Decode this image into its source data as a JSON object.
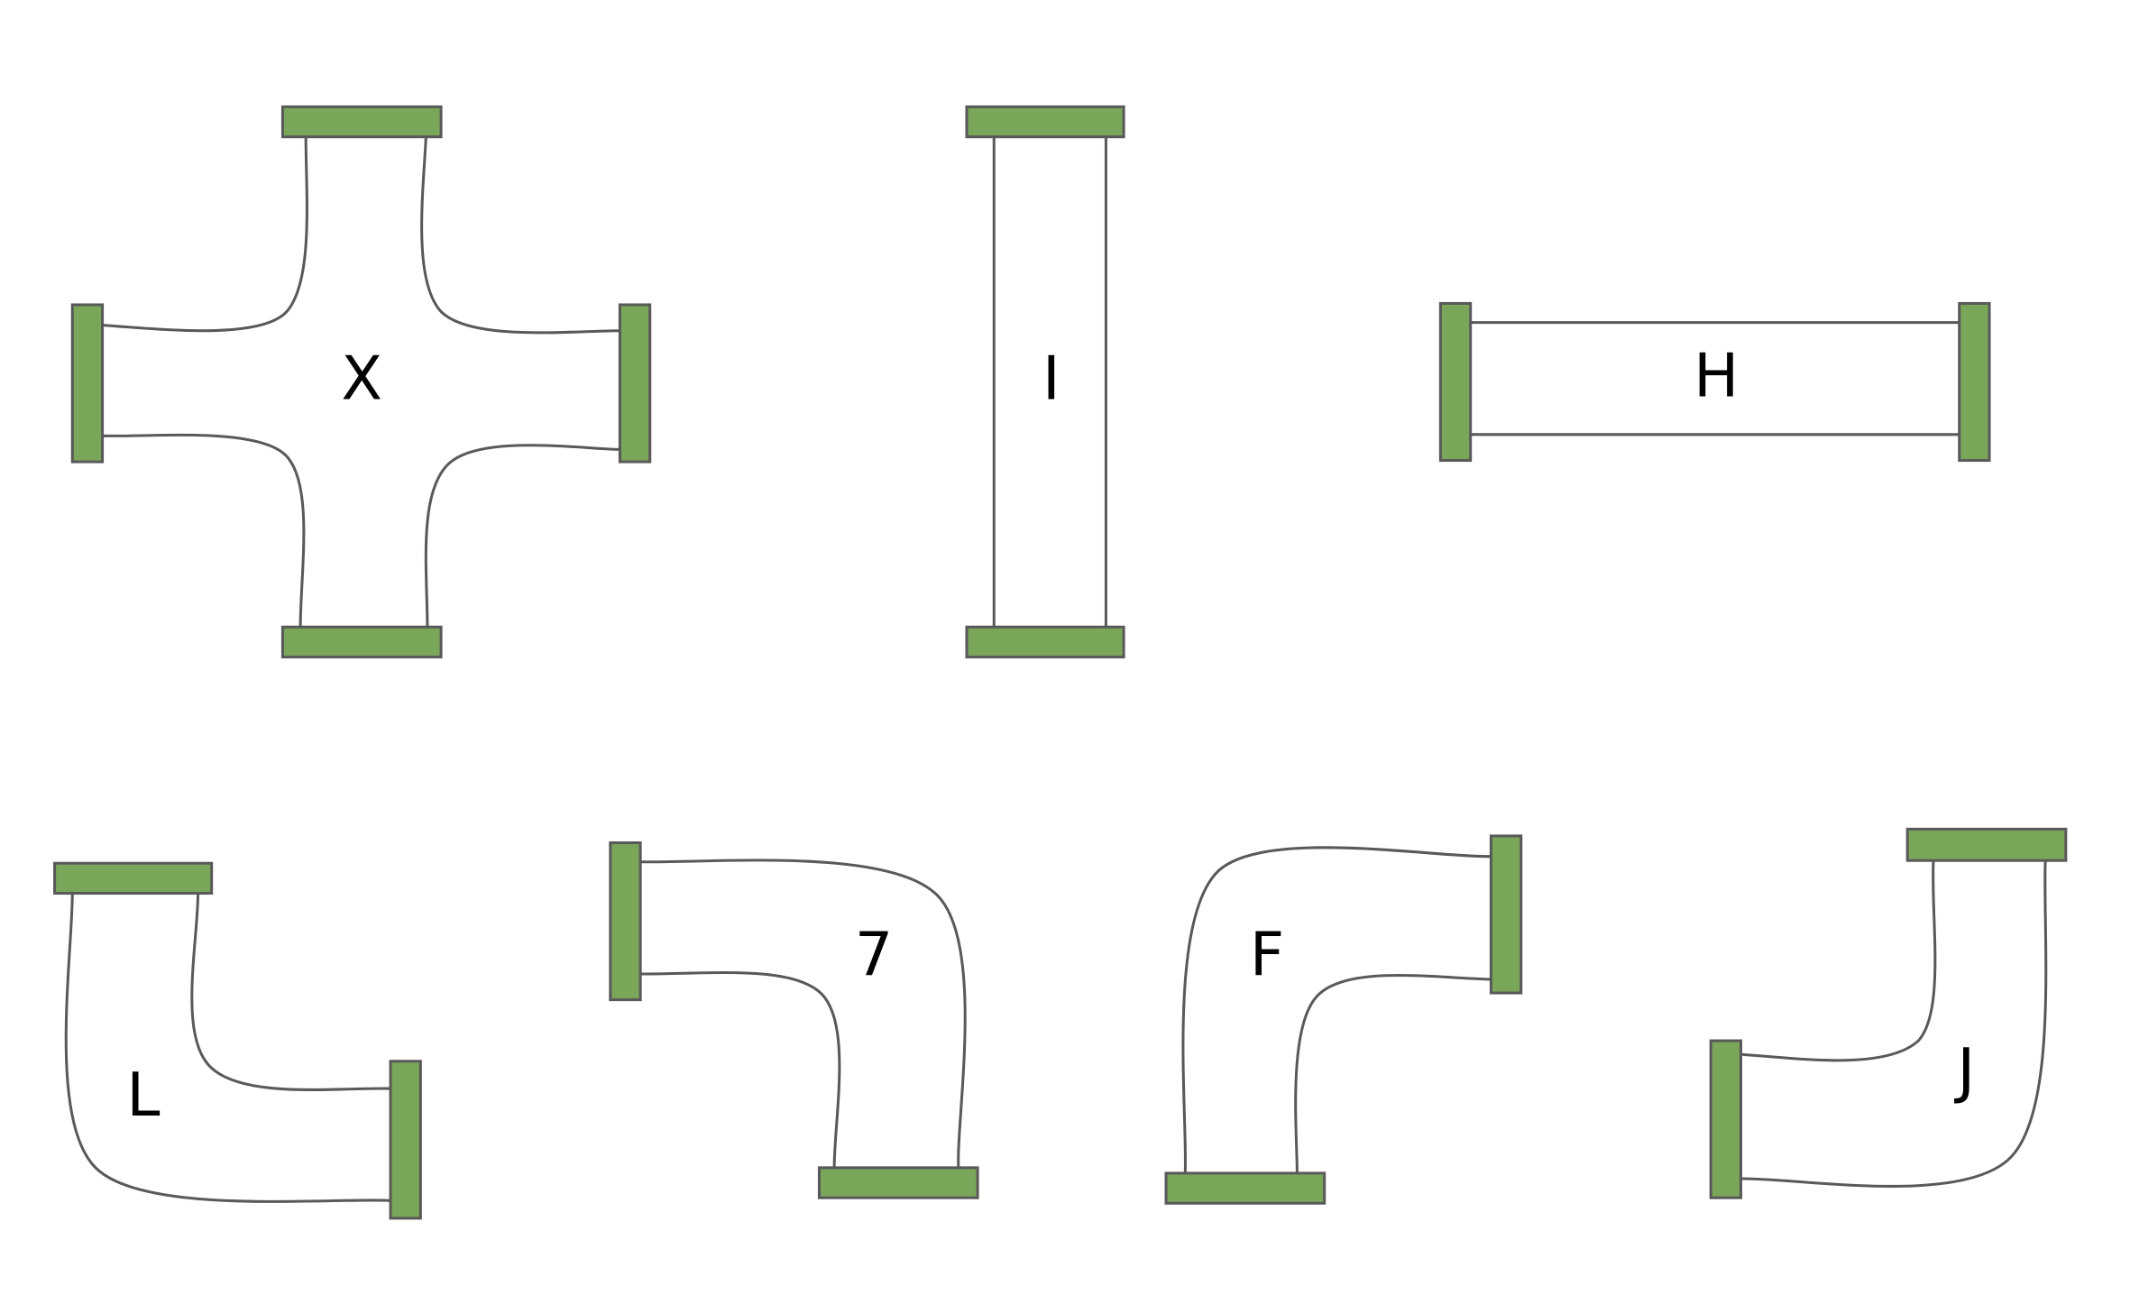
{
  "title": "Pipe pieces",
  "colors": {
    "flange": "#7aa65a",
    "outline": "#595959",
    "label": "#000000"
  },
  "pieces": [
    {
      "name": "cross",
      "label": "X"
    },
    {
      "name": "vertical-straight",
      "label": "I"
    },
    {
      "name": "horizontal-straight",
      "label": "H"
    },
    {
      "name": "elbow-top-right",
      "label": "L"
    },
    {
      "name": "elbow-left-bottom",
      "label": "7"
    },
    {
      "name": "elbow-right-bottom",
      "label": "F"
    },
    {
      "name": "elbow-top-left",
      "label": "J"
    }
  ]
}
